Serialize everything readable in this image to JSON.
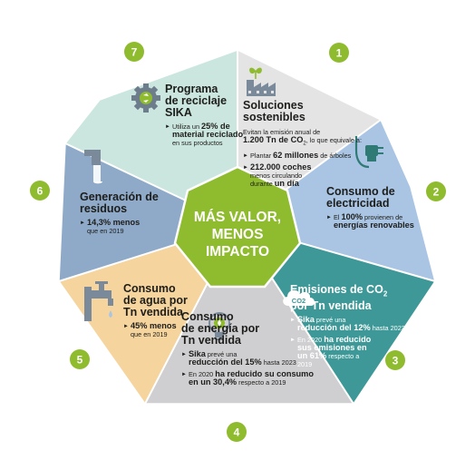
{
  "center": {
    "line1": "MÁS VALOR,",
    "line2": "MENOS IMPACTO"
  },
  "colors": {
    "green": "#8fbc2e",
    "seg1": "#e4e4e5",
    "seg2": "#a9c5e3",
    "seg3": "#3d9897",
    "seg4": "#cfcfd1",
    "seg5": "#f5d49d",
    "seg6": "#8eaac8",
    "seg7": "#cbe6de"
  },
  "segments": [
    {
      "number": "1",
      "icon": "factory-plant-icon",
      "title_lines": [
        "Soluciones",
        "sostenibles"
      ],
      "desc_lines": [
        {
          "pre": "Evitan la emisión anual de",
          "bold": "",
          "post": ""
        },
        {
          "pre": "",
          "bold": "1.200 Tn de CO",
          "sub": "2",
          "post": ", lo que equivale a:"
        }
      ],
      "bullets": [
        {
          "lines": [
            {
              "pre": "Plantar ",
              "bold": "62 millones",
              "post": " de árboles"
            }
          ]
        },
        {
          "lines": [
            {
              "pre": "",
              "bold": "212.000 coches",
              "post": ""
            },
            {
              "pre": "menos circulando",
              "bold": "",
              "post": ""
            },
            {
              "pre": "durante ",
              "bold": "un día",
              "post": ""
            }
          ]
        }
      ]
    },
    {
      "number": "2",
      "icon": "power-plug-icon",
      "title_lines": [
        "Consumo de",
        "electricidad"
      ],
      "bullets": [
        {
          "lines": [
            {
              "pre": "El ",
              "bold": "100%",
              "post": " provienen de"
            },
            {
              "pre": "",
              "bold": "energías renovables",
              "post": ""
            }
          ]
        }
      ]
    },
    {
      "number": "3",
      "icon": "co2-cloud-icon",
      "icon_text": "CO2",
      "title_lines": [
        "Emisiones de CO",
        "por Tn vendida"
      ],
      "title_sub": "2",
      "bullets": [
        {
          "lines": [
            {
              "pre": "",
              "bold": "Sika",
              "post": " prevé una "
            },
            {
              "pre": "",
              "bold": "reducción del 12%",
              "post": " hasta 2023"
            }
          ]
        },
        {
          "lines": [
            {
              "pre": "En 2020 ",
              "bold": "ha reducido",
              "post": ""
            },
            {
              "pre": "",
              "bold": "sus emisiones en",
              "post": ""
            },
            {
              "pre": "",
              "bold": "un 61%",
              "post": " respecto a"
            },
            {
              "pre": "2019",
              "bold": "",
              "post": ""
            }
          ]
        }
      ]
    },
    {
      "number": "4",
      "icon": "light-bulb-icon",
      "title_lines": [
        "Consumo",
        "de energía por",
        "Tn vendida"
      ],
      "bullets": [
        {
          "lines": [
            {
              "pre": "",
              "bold": "Sika",
              "post": " prevé una "
            },
            {
              "pre": "",
              "bold": "reducción del 15%",
              "post": " hasta 2023"
            }
          ]
        },
        {
          "lines": [
            {
              "pre": "En 2020 ",
              "bold": "ha reducido su consumo",
              "post": ""
            },
            {
              "pre": "",
              "bold": "en un 30,4%",
              "post": " respecto a 2019"
            }
          ]
        }
      ]
    },
    {
      "number": "5",
      "icon": "water-tap-icon",
      "title_lines": [
        "Consumo",
        "de agua por",
        "Tn vendida"
      ],
      "bullets": [
        {
          "lines": [
            {
              "pre": "",
              "bold": "45% menos",
              "post": ""
            },
            {
              "pre": "que en 2019",
              "bold": "",
              "post": ""
            }
          ]
        }
      ]
    },
    {
      "number": "6",
      "icon": "waste-pipe-icon",
      "title_lines": [
        "Generación de",
        "residuos"
      ],
      "bullets": [
        {
          "lines": [
            {
              "pre": "",
              "bold": "14,3% menos",
              "post": ""
            },
            {
              "pre": "que en 2019",
              "bold": "",
              "post": ""
            }
          ]
        }
      ]
    },
    {
      "number": "7",
      "icon": "recycle-gear-icon",
      "title_lines": [
        "Programa",
        "de reciclaje",
        "SIKA"
      ],
      "bullets": [
        {
          "lines": [
            {
              "pre": "Utiliza un ",
              "bold": "25% de",
              "post": ""
            },
            {
              "pre": "",
              "bold": "material reciclado",
              "post": ""
            },
            {
              "pre": "en sus productos",
              "bold": "",
              "post": ""
            }
          ]
        }
      ]
    }
  ]
}
